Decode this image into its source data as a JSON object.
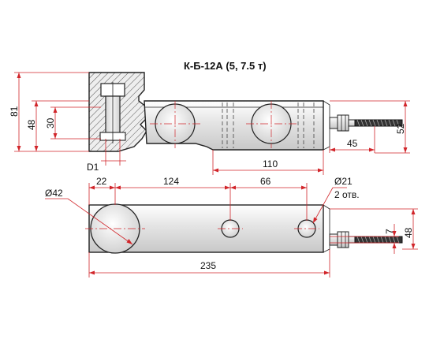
{
  "title": "К-Б-12А (5, 7.5 т)",
  "side_view": {
    "dim_height_total": "81",
    "dim_height_body": "48",
    "dim_height_inner": "30",
    "dim_d1": "D1",
    "dim_hole_spacing": "110",
    "dim_cable_length": "45",
    "dim_cable_height": "52"
  },
  "top_view": {
    "dim_large_hole": "Ø42",
    "dim_offset_22": "22",
    "dim_spacing_124": "124",
    "dim_spacing_66": "66",
    "dim_small_hole": "Ø21",
    "small_hole_note": "2 отв.",
    "dim_total_length": "235",
    "dim_cable_offset": "7",
    "dim_width": "48"
  },
  "colors": {
    "dimension_line": "#d1252a",
    "body_outline": "#222222",
    "body_fill": "#e2e2e2",
    "hatch": "#555555"
  }
}
